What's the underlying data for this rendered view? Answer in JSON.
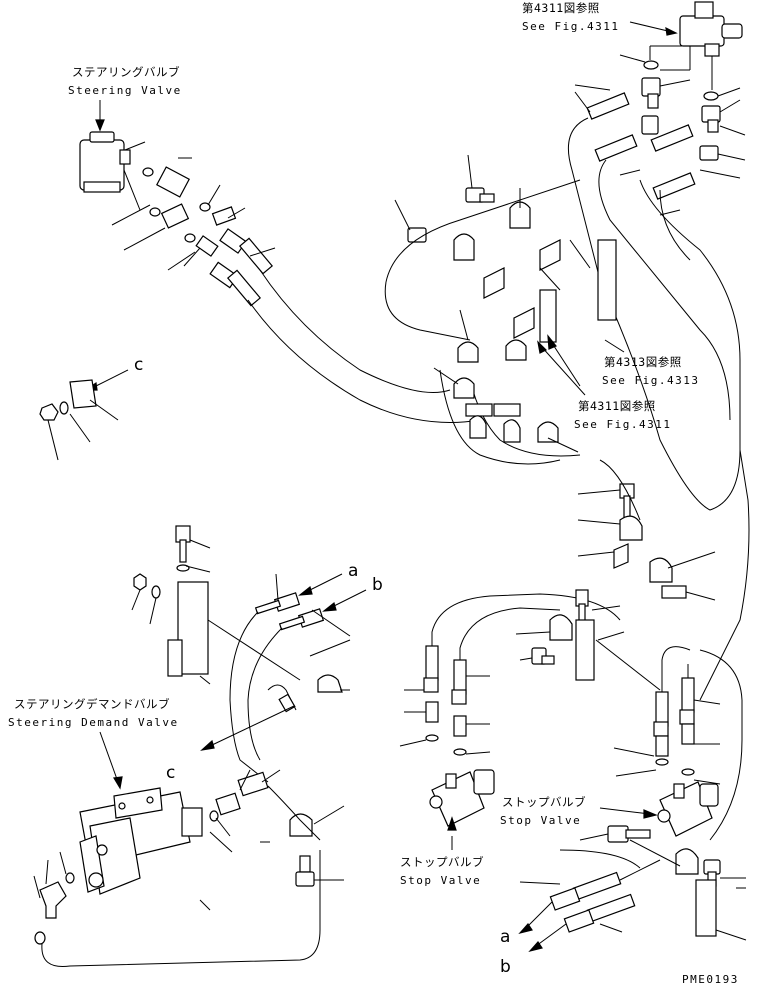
{
  "labels": {
    "steering_valve_jp": "ステアリングバルブ",
    "steering_valve_en": "Steering Valve",
    "demand_valve_jp": "ステアリングデマンドバルブ",
    "demand_valve_en": "Steering Demand Valve",
    "stop_valve_jp": "ストップバルブ",
    "stop_valve_en": "Stop Valve",
    "ref_4311_top_jp": "第4311図参照",
    "ref_4311_top_en": "See Fig.4311",
    "ref_4313_jp": "第4313図参照",
    "ref_4313_en": "See Fig.4313",
    "ref_4311_mid_jp": "第4311図参照",
    "ref_4311_mid_en": "See Fig.4311",
    "callout_a": "a",
    "callout_b": "b",
    "callout_c": "c",
    "drawing_code": "PME0193"
  }
}
